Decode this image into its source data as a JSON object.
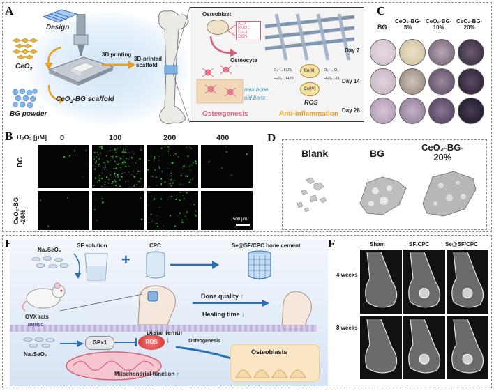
{
  "panels": {
    "A": "A",
    "B": "B",
    "C": "C",
    "D": "D",
    "E": "E",
    "F": "F"
  },
  "panel_a": {
    "design": "Design",
    "ceo2": "CeO",
    "ceo2_sub": "2",
    "bg_powder": "BG powder",
    "scaffold_prefix": "CeO",
    "scaffold_sub": "2",
    "scaffold_rest": "-BG scaffold",
    "printing": "3D printing",
    "printed": "3D-printed",
    "printed2": "scaffold",
    "osteoblast": "Osteoblast",
    "markers": [
      "ALP",
      "BMP-2",
      "Col-1",
      "OCN"
    ],
    "osteocyte": "Osteocyte",
    "ce3": "Ce(III)",
    "ce4": "Ce(IV)",
    "rx1": "O₂⁻→H₂O₂",
    "rx2": "H₂O₂→H₂O",
    "rx3": "O₂⁻→O₂",
    "rx4": "H₂O₂→O₂",
    "new_bone": "new bone",
    "old_bone": "old bone",
    "ros": "ROS",
    "osteogenesis": "Osteogenesis",
    "anti_inflammation": "Anti-inflammation"
  },
  "panel_c": {
    "cols": [
      "BG",
      "CeO₂-BG-\n5%",
      "CeO₂-BG-\n10%",
      "CeO₂-BG-\n20%"
    ],
    "rows": [
      "Day 7",
      "Day 14",
      "Day 28"
    ]
  },
  "panel_b": {
    "axis": "H₂O₂ [μM]",
    "conc": [
      "0",
      "100",
      "200",
      "400"
    ],
    "rows": [
      "BG",
      "CeO₂-BG\n-20%"
    ],
    "scale": "500 μm"
  },
  "panel_d": {
    "cols": [
      "Blank",
      "BG",
      "CeO₂-BG-\n20%"
    ]
  },
  "panel_e": {
    "na2seo3": "Na₂SeO₃",
    "sf_solution": "SF solution",
    "cpc": "CPC",
    "cement": "Se@SF/CPC bone cement",
    "ovx": "OVX rats",
    "femur": "Distal femur",
    "bone_quality": "Bone quality",
    "healing": "Healing time",
    "bmmsc": "BMMSC",
    "na2seo3_2": "Na₂SeO₃",
    "gpx1": "GPx1",
    "ros": "ROS",
    "osteogenesis": "Osteogenesis",
    "mito": "Mitochondrial function",
    "osteoblasts": "Osteoblasts"
  },
  "panel_f": {
    "cols": [
      "Sham",
      "SF/CPC",
      "Se@SF/CPC"
    ],
    "rows": [
      "4 weeks",
      "8 weeks"
    ]
  },
  "colors": {
    "pink": "#d9607a",
    "orange": "#e8a020",
    "blue": "#2a6fb3",
    "green": "#39d639",
    "ros_red": "#e03030"
  }
}
